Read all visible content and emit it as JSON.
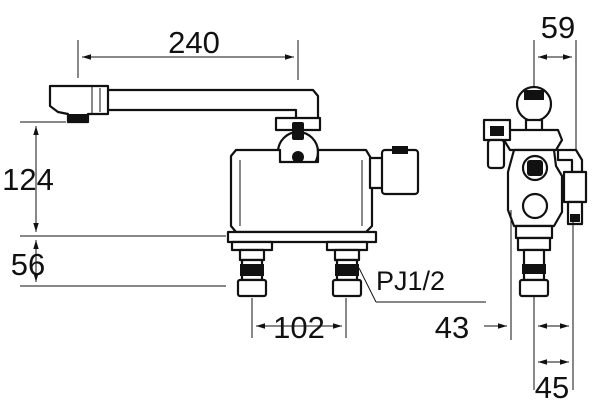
{
  "dimensions": {
    "spout_length": "240",
    "spout_height": "124",
    "base_height": "56",
    "inlet_spacing": "102",
    "side_depth_top": "59",
    "side_depth_mid": "43",
    "side_depth_bottom": "45"
  },
  "labels": {
    "pipe_thread": "PJ1/2"
  },
  "colors": {
    "line": "#111111",
    "background": "#ffffff"
  }
}
